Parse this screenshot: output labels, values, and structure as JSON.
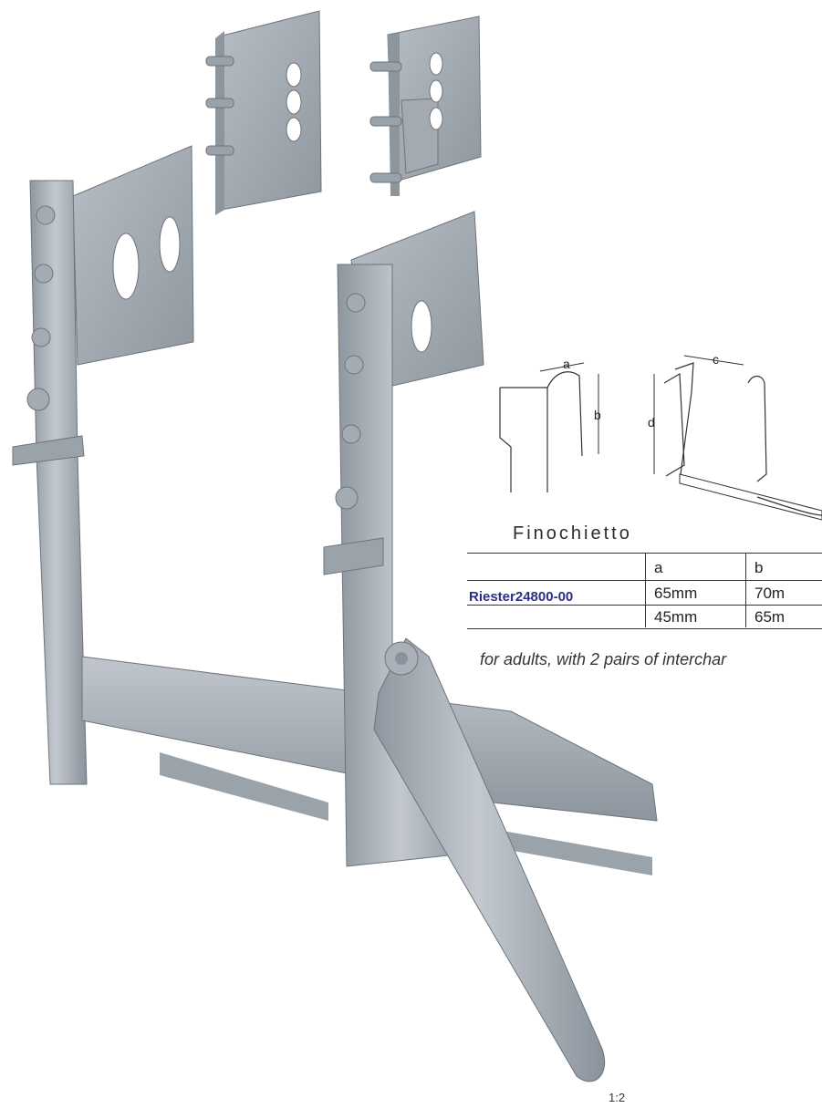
{
  "title": "Finochietto",
  "table": {
    "headers": [
      "",
      "a",
      "b"
    ],
    "rows": [
      {
        "product": "Riester24800-00",
        "a": "65mm",
        "b": "70m"
      },
      {
        "product": "",
        "a": "45mm",
        "b": "65m"
      }
    ]
  },
  "note": "for adults, with 2 pairs of interchar",
  "scale": "1:2",
  "diagram_labels": {
    "a": "a",
    "b": "b",
    "c": "c",
    "d": "d"
  },
  "colors": {
    "metal": "#a9b0b8",
    "accent_text": "#2e2e84"
  }
}
